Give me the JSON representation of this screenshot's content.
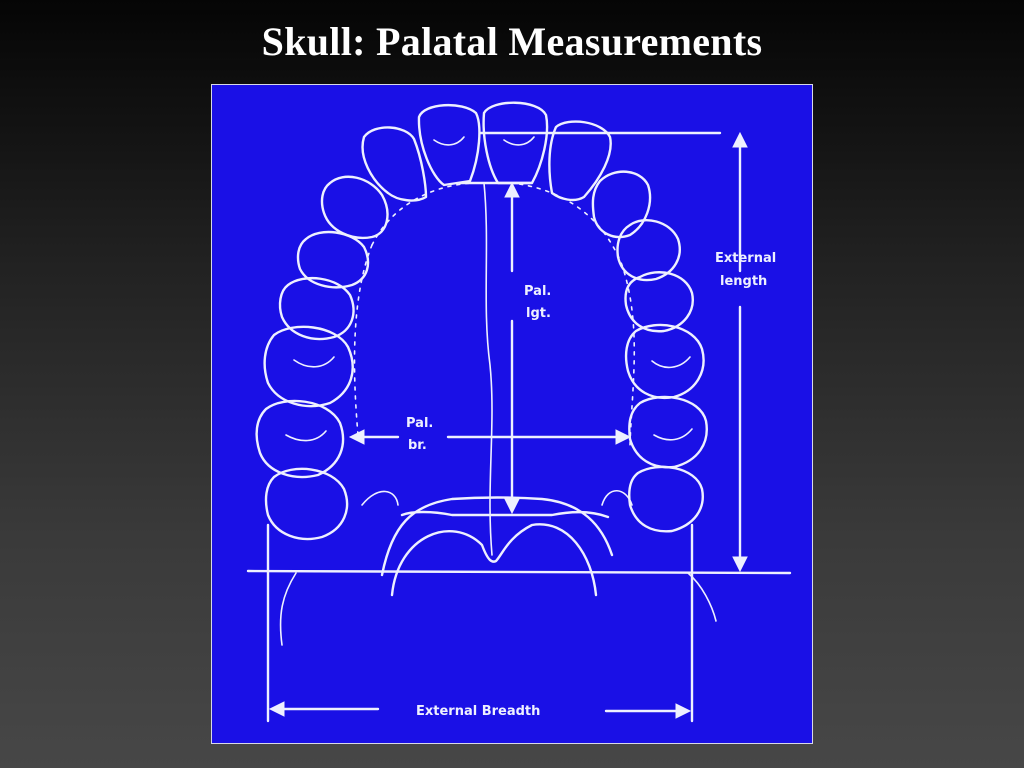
{
  "slide": {
    "title": "Skull: Palatal Measurements"
  },
  "figure": {
    "background_color": "#1a10e6",
    "line_color": "#eef0ff",
    "labels": {
      "external_length_line1": "External",
      "external_length_line2": "length",
      "palatal_length_line1": "Pal.",
      "palatal_length_line2": "lgt.",
      "palatal_breadth_line1": "Pal.",
      "palatal_breadth_line2": "br.",
      "external_breadth": "External Breadth"
    }
  }
}
